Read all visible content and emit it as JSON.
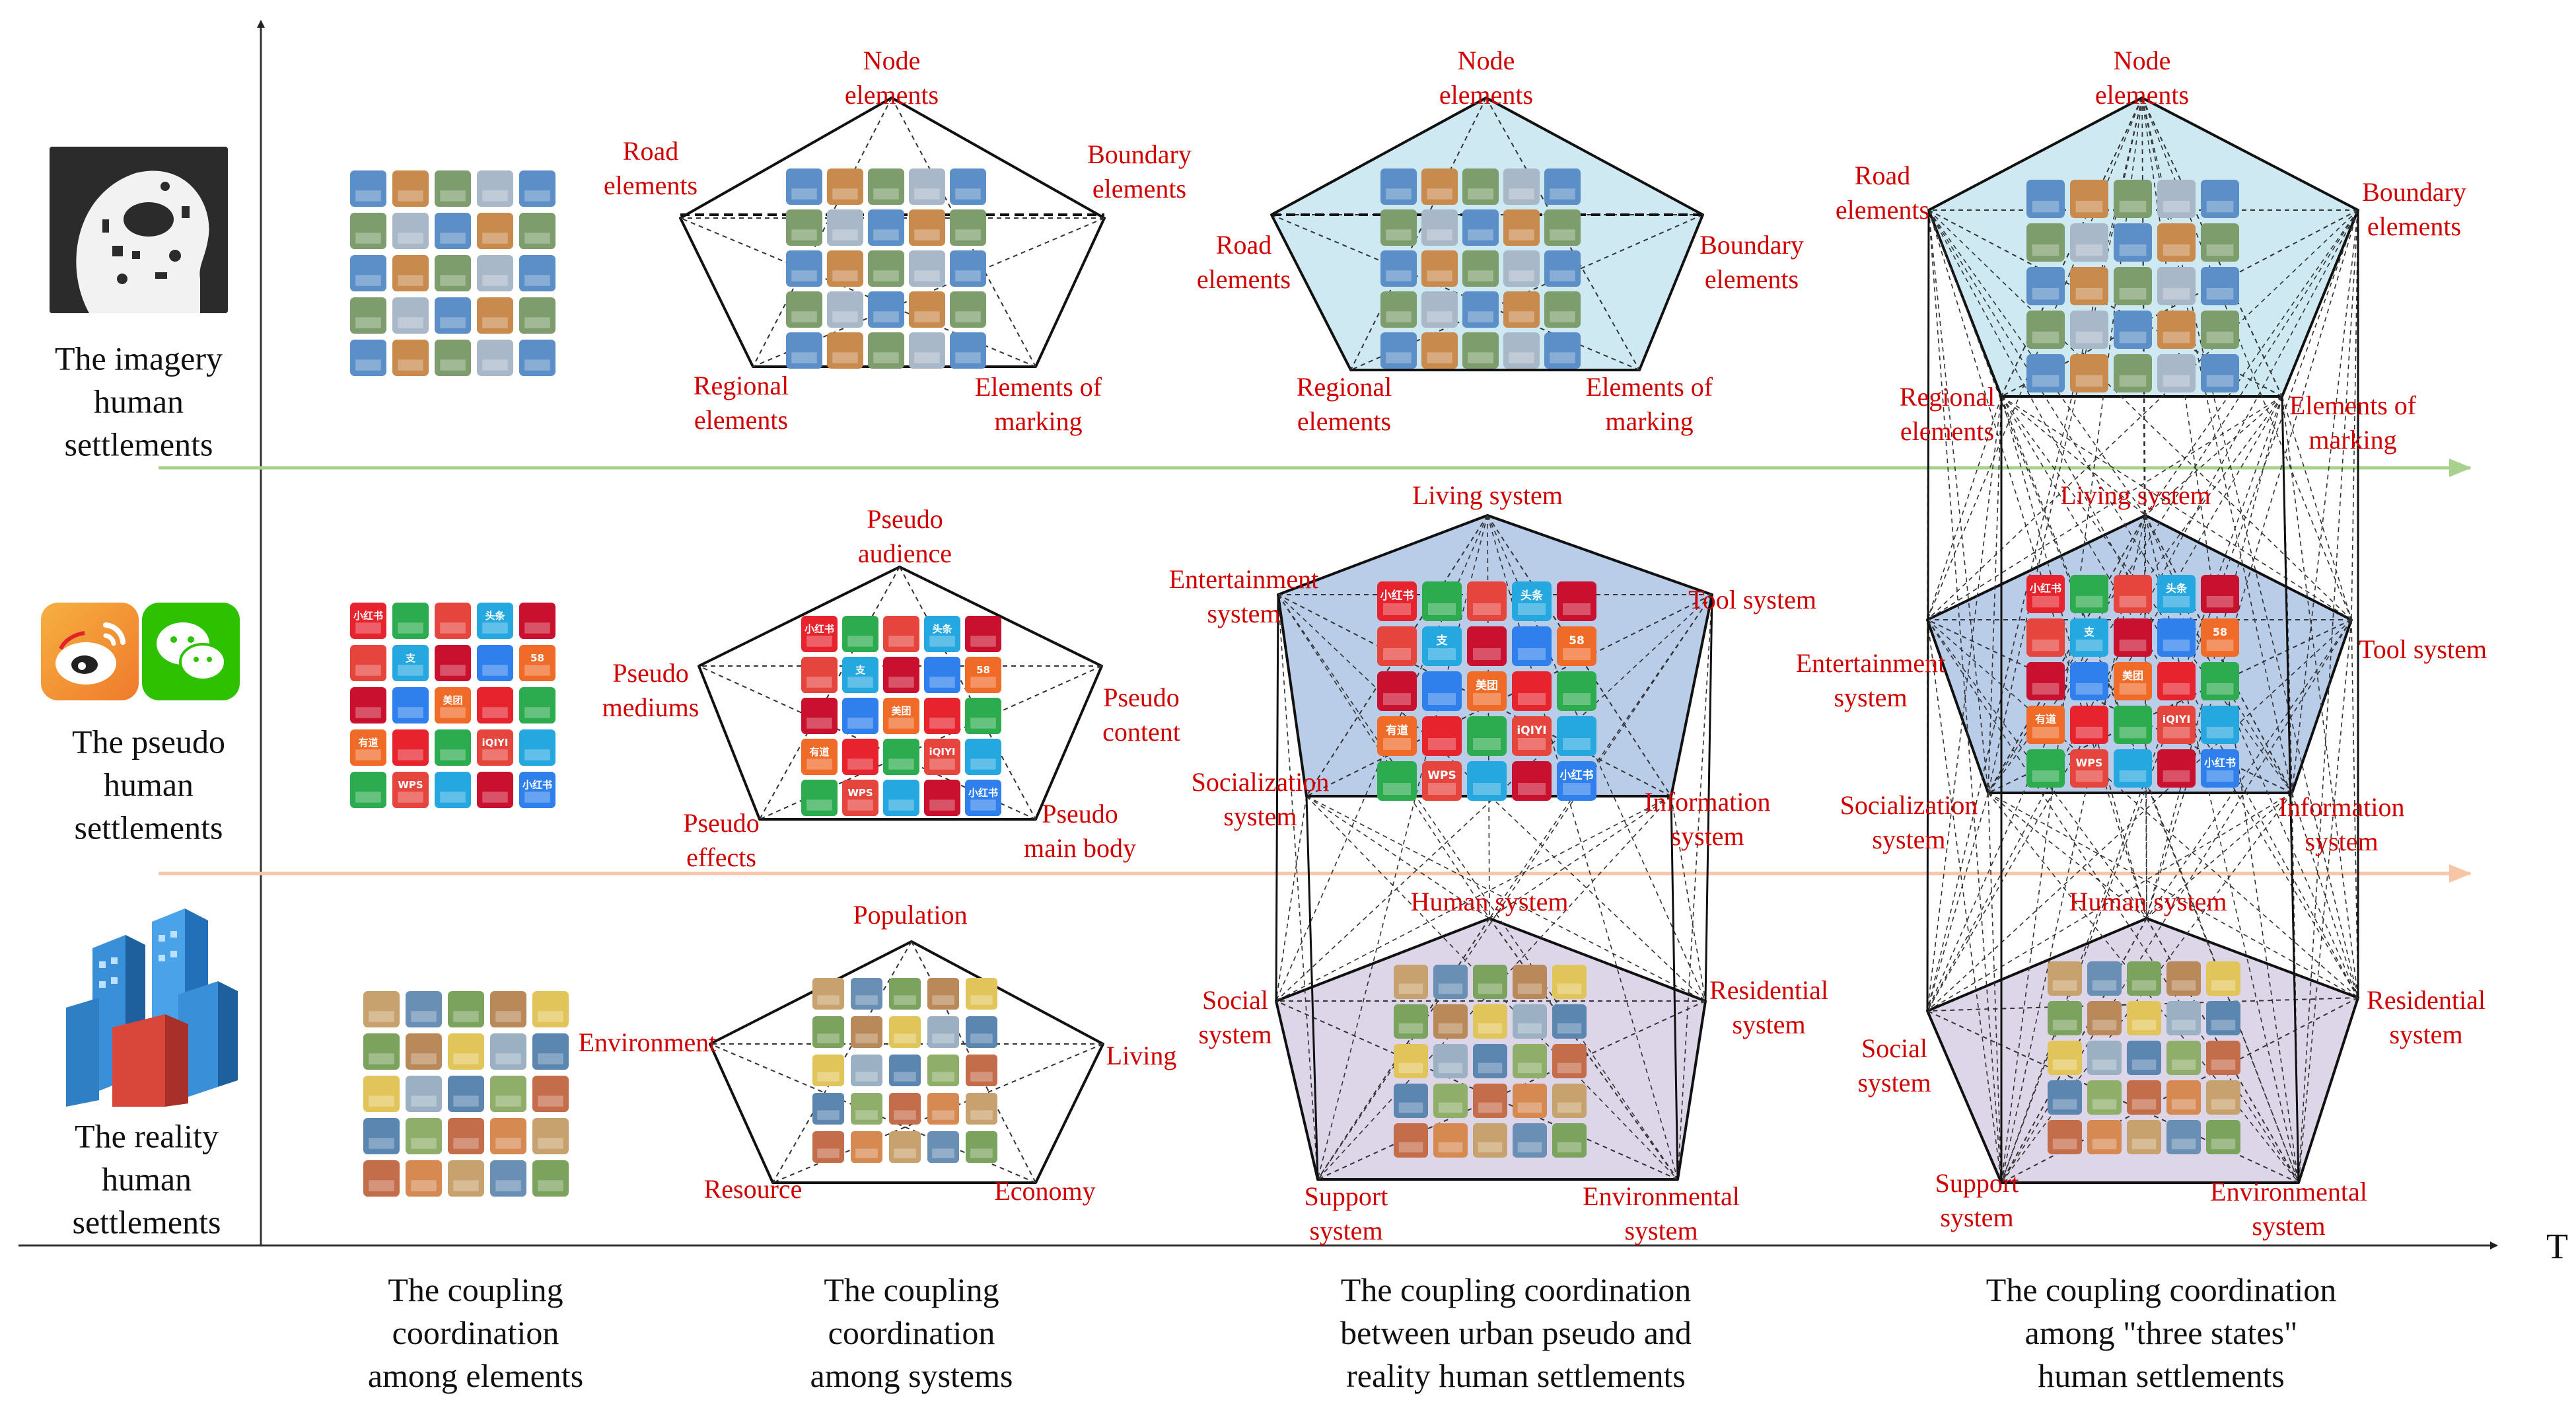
{
  "axis": {
    "t_label": "T"
  },
  "rows": [
    {
      "id": "imagery",
      "title": [
        "The imagery",
        "human",
        "settlements"
      ]
    },
    {
      "id": "pseudo",
      "title": [
        "The pseudo",
        "human",
        "settlements"
      ]
    },
    {
      "id": "reality",
      "title": [
        "The reality",
        "human",
        "settlements"
      ]
    }
  ],
  "columns": [
    {
      "title": [
        "The coupling",
        "coordination",
        "among elements"
      ]
    },
    {
      "title": [
        "The coupling",
        "coordination",
        "among systems"
      ]
    },
    {
      "title": [
        "The coupling coordination",
        "between urban pseudo and",
        "reality human settlements"
      ]
    },
    {
      "title": [
        "The coupling coordination",
        "among \"three states\"",
        "human settlements"
      ]
    }
  ],
  "imagery_labels": {
    "node": [
      "Node",
      "elements"
    ],
    "boundary": [
      "Boundary",
      "elements"
    ],
    "marking": [
      "Elements of",
      "marking"
    ],
    "regional": [
      "Regional",
      "elements"
    ],
    "road": [
      "Road",
      "elements"
    ]
  },
  "pseudo_labels": {
    "audience": [
      "Pseudo",
      "audience"
    ],
    "content": [
      "Pseudo",
      "content"
    ],
    "main_body": [
      "Pseudo",
      "main body"
    ],
    "effects": [
      "Pseudo",
      "effects"
    ],
    "mediums": [
      "Pseudo",
      "mediums"
    ]
  },
  "reality_labels": {
    "population": "Population",
    "living": "Living",
    "economy": "Economy",
    "resource": "Resource",
    "environment": "Environment"
  },
  "pseudo_system_labels": {
    "living": "Living system",
    "tool": "Tool system",
    "information": [
      "Information",
      "system"
    ],
    "socialization": [
      "Socialization",
      "system"
    ],
    "entertainment": [
      "Entertainment",
      "system"
    ]
  },
  "reality_system_labels": {
    "human": "Human system",
    "residential": [
      "Residential",
      "system"
    ],
    "environmental": [
      "Environmental",
      "system"
    ],
    "support": [
      "Support",
      "system"
    ],
    "social": [
      "Social",
      "system"
    ]
  },
  "app_labels": [
    "小红书",
    "头条",
    "支",
    "58",
    "美团",
    "有道",
    "iQIYI",
    "WPS"
  ],
  "colors": {
    "label_red": "#d00000",
    "imagery_fill": "#cfe9f3",
    "pseudo_fill": "#b9cde8",
    "reality_fill": "#ddd6e8",
    "green_arrow": "#a9d18e",
    "orange_arrow": "#f8c6a6"
  }
}
